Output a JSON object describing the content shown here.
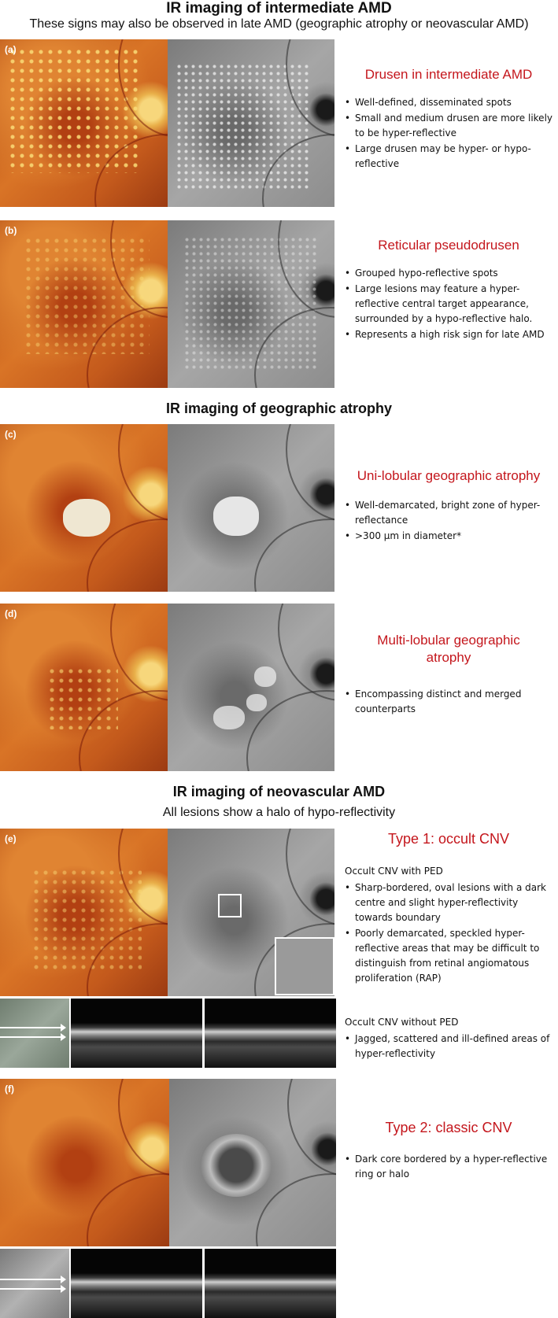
{
  "headings": {
    "intermediate_title": "IR imaging of intermediate AMD",
    "intermediate_subtitle": "These signs may also be observed in late AMD (geographic atrophy or neovascular AMD)",
    "ga_title": "IR imaging of geographic atrophy",
    "nv_title": "IR imaging of neovascular AMD",
    "nv_subtitle": "All lesions show a halo of hypo-reflectivity"
  },
  "panels": {
    "a": {
      "label": "(a)",
      "title": "Drusen in intermediate AMD",
      "bullets": [
        "Well-defined, disseminated spots",
        "Small and medium drusen are more likely to be hyper-reflective",
        "Large drusen may be hyper- or hypo-reflective"
      ]
    },
    "b": {
      "label": "(b)",
      "title": "Reticular pseudodrusen",
      "bullets": [
        "Grouped hypo-reflective spots",
        "Large lesions may feature a hyper-reflective central target appearance, surrounded by a hypo-reflective halo.",
        "Represents a high risk sign for late AMD"
      ]
    },
    "c": {
      "label": "(c)",
      "title": "Uni-lobular geographic atrophy",
      "bullets": [
        "Well-demarcated, bright zone of hyper-reflectance",
        ">300 µm in diameter*"
      ]
    },
    "d": {
      "label": "(d)",
      "title": "Multi-lobular geographic atrophy",
      "bullets": [
        "Encompassing distinct and merged counterparts"
      ]
    },
    "e": {
      "label": "(e)",
      "title": "Type 1: occult CNV",
      "sub1": "Occult CNV with PED",
      "bullets1": [
        "Sharp-bordered, oval lesions with a dark centre and slight hyper-reflectivity towards boundary",
        "Poorly demarcated, speckled hyper-reflective areas that may be difficult to distinguish from retinal angiomatous proliferation (RAP)"
      ],
      "sub2": "Occult CNV without PED",
      "bullets2": [
        "Jagged, scattered and ill-defined areas of hyper-reflectivity"
      ]
    },
    "f": {
      "label": "(f)",
      "title": "Type 2: classic CNV",
      "bullets": [
        "Dark core bordered by a hyper-reflective ring or halo"
      ]
    }
  }
}
